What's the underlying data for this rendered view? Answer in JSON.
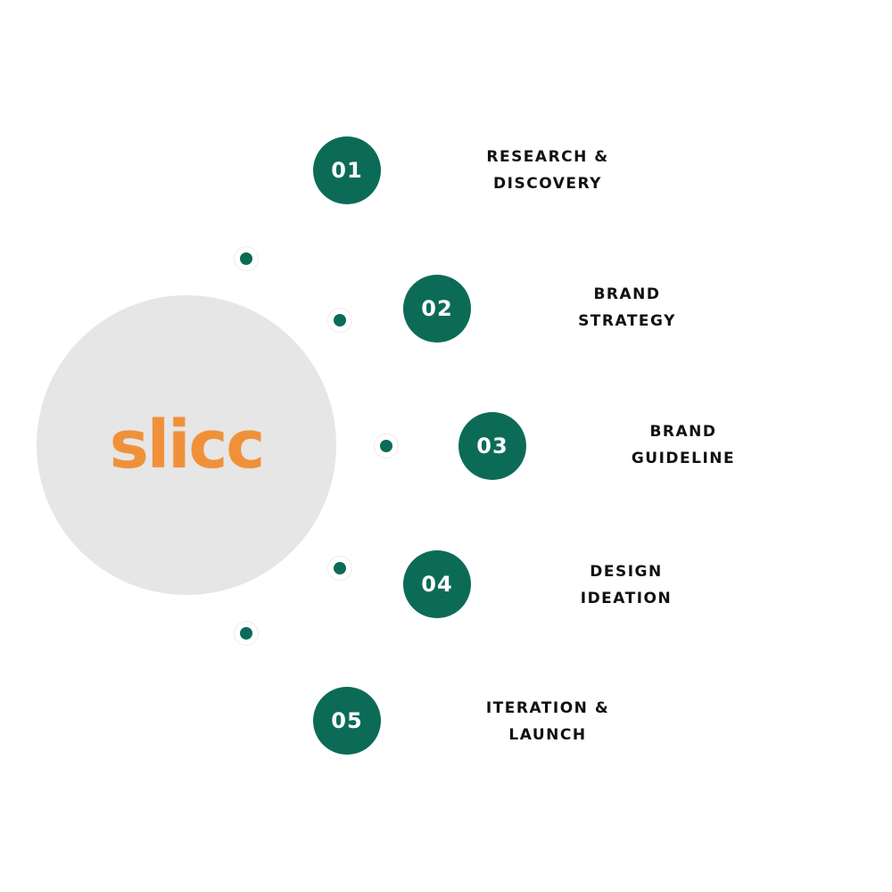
{
  "logo": {
    "text": "slicc"
  },
  "steps": [
    {
      "number": "01",
      "line1": "RESEARCH &",
      "line2": "DISCOVERY"
    },
    {
      "number": "02",
      "line1": "BRAND",
      "line2": "STRATEGY"
    },
    {
      "number": "03",
      "line1": "BRAND",
      "line2": "GUIDELINE"
    },
    {
      "number": "04",
      "line1": "DESIGN",
      "line2": "IDEATION"
    },
    {
      "number": "05",
      "line1": "ITERATION &",
      "line2": "LAUNCH"
    }
  ],
  "colors": {
    "accent_green": "#0c6b57",
    "hub_gray": "#e6e6e6",
    "logo_orange": "#f0913a"
  }
}
